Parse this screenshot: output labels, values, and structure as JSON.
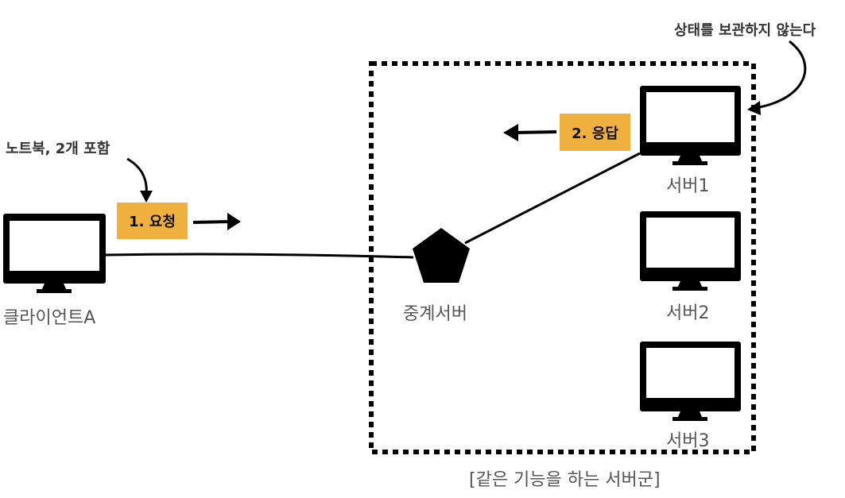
{
  "client": {
    "label": "클라이언트A"
  },
  "proxy": {
    "label": "중계서버"
  },
  "servers": [
    {
      "label": "서버1"
    },
    {
      "label": "서버2"
    },
    {
      "label": "서버3"
    }
  ],
  "group_caption": "[같은 기능을 하는 서버군]",
  "annotations": {
    "laptop_note": "노트북, 2개 포함",
    "stateless_note": "상태를 보관하지 않는다"
  },
  "steps": {
    "request": "1. 요청",
    "response": "2. 응답"
  },
  "colors": {
    "badge": "#f0b03e",
    "stroke": "#000000",
    "label_text": "#555555"
  },
  "icons": {
    "client": "monitor-icon",
    "proxy": "pentagon-icon",
    "server": "monitor-icon"
  }
}
